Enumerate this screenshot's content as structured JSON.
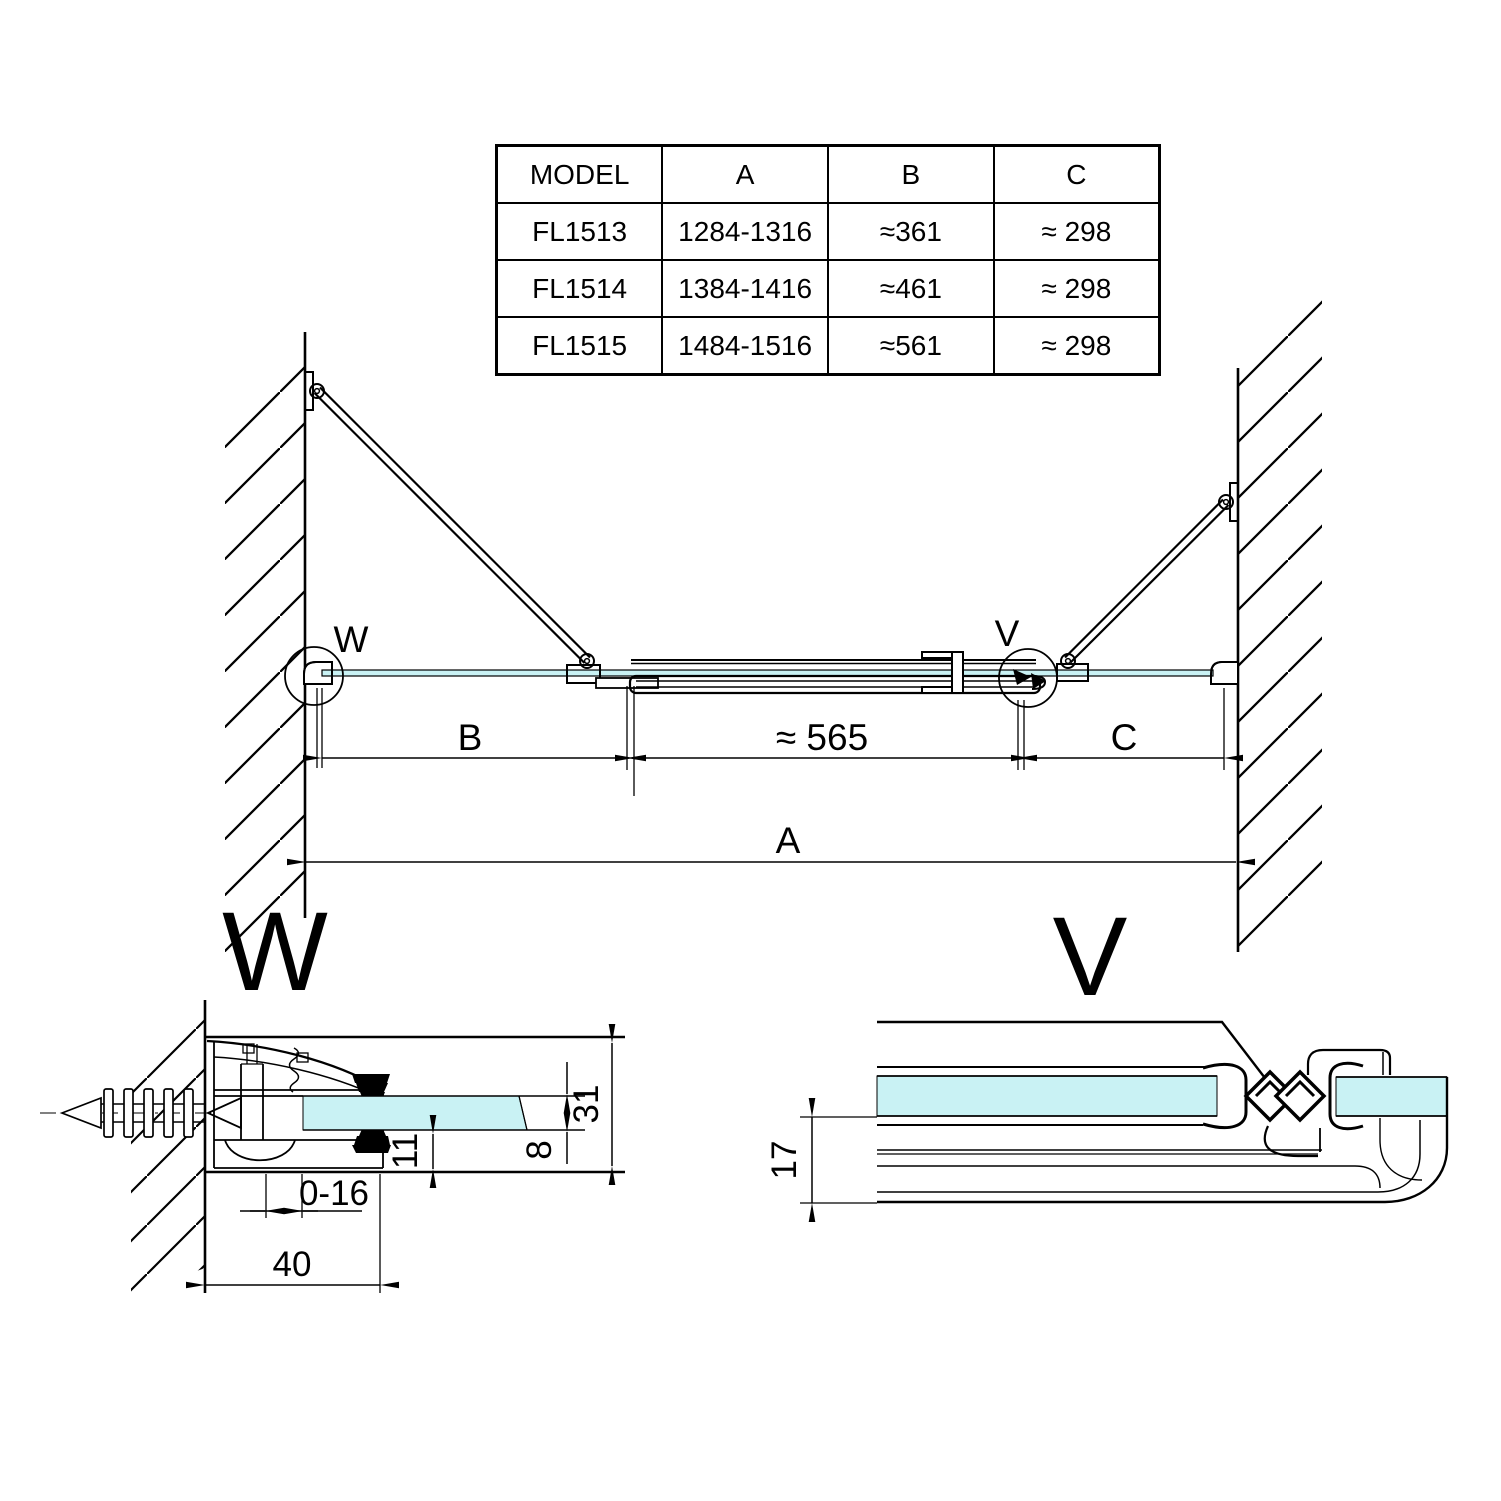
{
  "table": {
    "headers": [
      "MODEL",
      "A",
      "B",
      "C"
    ],
    "rows": [
      [
        "FL1513",
        "1284-1316",
        "≈361",
        "≈ 298"
      ],
      [
        "FL1514",
        "1384-1416",
        "≈461",
        "≈ 298"
      ],
      [
        "FL1515",
        "1484-1516",
        "≈561",
        "≈ 298"
      ]
    ]
  },
  "plan": {
    "detail_w_marker": "W",
    "detail_v_marker": "V",
    "dim_b": "B",
    "dim_door": "≈ 565",
    "dim_c": "C",
    "dim_a": "A"
  },
  "detail_w": {
    "label": "W",
    "dim_total_depth": "31",
    "dim_glass_thickness": "8",
    "dim_inset": "11",
    "dim_adjust_range": "0-16",
    "dim_profile_width": "40"
  },
  "detail_v": {
    "label": "V",
    "dim_frame_height": "17"
  },
  "colors": {
    "glass": "#c9f2f4",
    "line": "#000000"
  }
}
